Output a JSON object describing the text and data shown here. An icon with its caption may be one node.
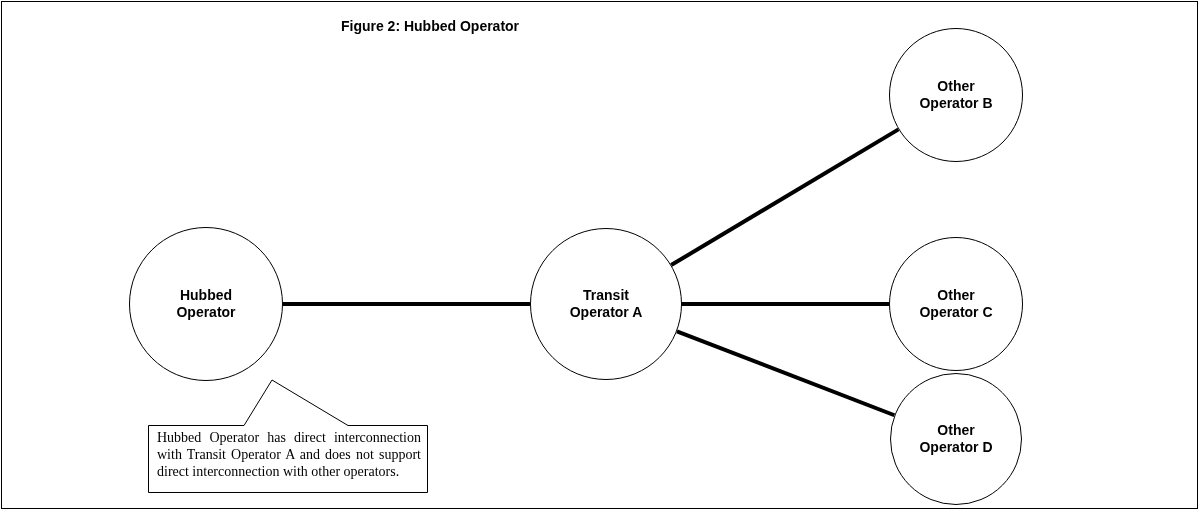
{
  "diagram": {
    "title": "Figure 2: Hubbed Operator",
    "nodes": [
      {
        "text": [
          "Hubbed Operator"
        ]
      },
      {
        "text": [
          "Transit Operator A"
        ]
      },
      {
        "text": [
          "Other Operator B"
        ]
      },
      {
        "text": [
          "Other Operator C"
        ]
      },
      {
        "text": [
          "Other Operator D"
        ]
      },
      {
        "text": [
          "Hubbed Operator has direct interconnection with Transit Operator A and does not support direct interconnection with other operators."
        ]
      }
    ],
    "edges": [
      {
        "from": 0,
        "to": 1,
        "arrow": "none"
      },
      {
        "from": 1,
        "to": 2,
        "arrow": "none"
      },
      {
        "from": 1,
        "to": 3,
        "arrow": "none"
      },
      {
        "from": 1,
        "to": 4,
        "arrow": "none"
      }
    ]
  }
}
